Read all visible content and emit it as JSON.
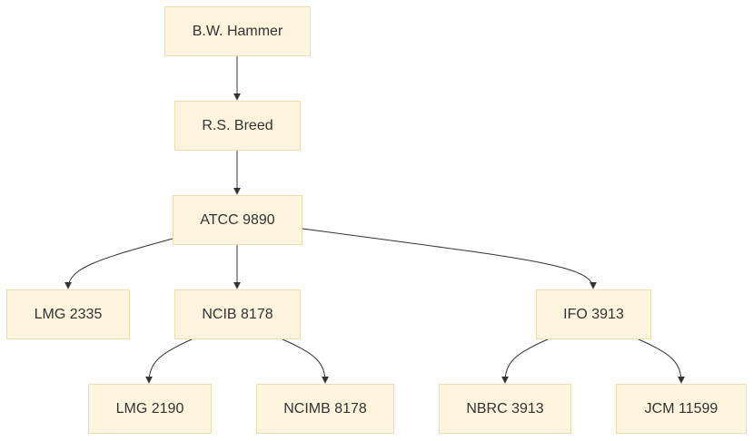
{
  "nodes": {
    "hammer": {
      "label": "B.W. Hammer"
    },
    "breed": {
      "label": "R.S. Breed"
    },
    "atcc": {
      "label": "ATCC 9890"
    },
    "lmg2335": {
      "label": "LMG 2335"
    },
    "ncib": {
      "label": "NCIB 8178"
    },
    "ifo": {
      "label": "IFO 3913"
    },
    "lmg2190": {
      "label": "LMG 2190"
    },
    "ncimb": {
      "label": "NCIMB 8178"
    },
    "nbrc": {
      "label": "NBRC 3913"
    },
    "jcm": {
      "label": "JCM 11599"
    }
  },
  "edges": [
    {
      "from": "hammer",
      "to": "breed"
    },
    {
      "from": "breed",
      "to": "atcc"
    },
    {
      "from": "atcc",
      "to": "lmg2335"
    },
    {
      "from": "atcc",
      "to": "ncib"
    },
    {
      "from": "atcc",
      "to": "ifo"
    },
    {
      "from": "ncib",
      "to": "lmg2190"
    },
    {
      "from": "ncib",
      "to": "ncimb"
    },
    {
      "from": "ifo",
      "to": "nbrc"
    },
    {
      "from": "ifo",
      "to": "jcm"
    }
  ],
  "colors": {
    "node_fill": "#fff4dd",
    "node_border": "#f0dfae",
    "edge": "#333333"
  }
}
